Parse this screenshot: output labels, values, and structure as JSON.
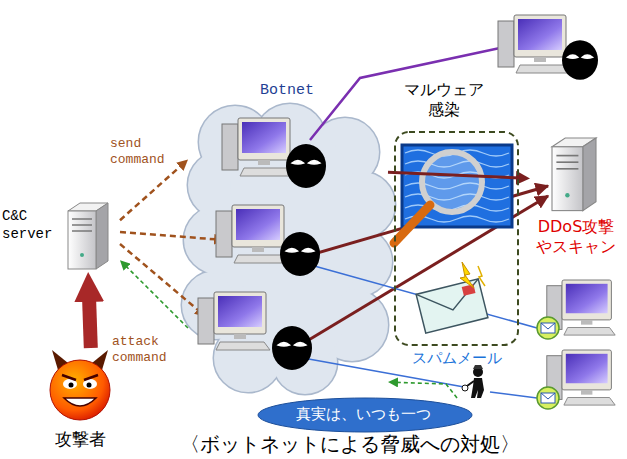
{
  "diagram": {
    "caption": "〈ボットネットによる脅威への対処〉",
    "nodes": [
      {
        "text": [
          "C&C server"
        ]
      },
      {
        "text": [
          "攻撃者"
        ]
      },
      {
        "text": [
          "Botnet"
        ]
      },
      {
        "text": [
          "DDoS攻撃 やスキャン"
        ]
      },
      {
        "text": [
          "スパムメール"
        ]
      },
      {
        "text": [
          "真実は、いつも一つ"
        ]
      }
    ],
    "edges": [
      {
        "from": 0,
        "to": 2,
        "arrow": "to",
        "label": "send command"
      },
      {
        "from": 2,
        "to": 0,
        "arrow": "to",
        "label": "attack command"
      },
      {
        "from": 1,
        "to": 0,
        "arrow": "to"
      },
      {
        "from": 2,
        "to": 3,
        "arrow": "to"
      },
      {
        "from": 5,
        "to": 2,
        "arrow": "to"
      }
    ],
    "labels": [
      "マルウェア 感染"
    ]
  }
}
